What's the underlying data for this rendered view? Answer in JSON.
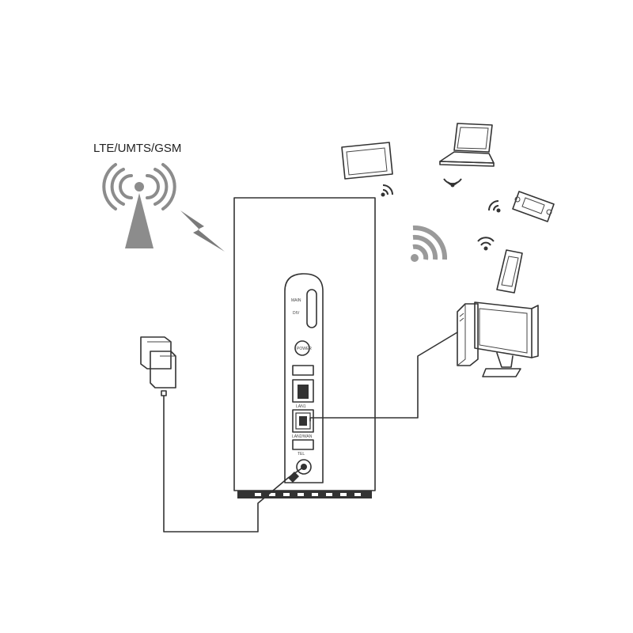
{
  "network_label": "LTE/UMTS/GSM",
  "router_labels": {
    "main": "MAIN",
    "div": "DIV",
    "power": "POWER",
    "lan1": "LAN1",
    "lan_wan": "LAN2/WAN",
    "tel": "TEL"
  },
  "colors": {
    "line": "#333333",
    "wifi_grey": "#9a9a9a",
    "background": "#ffffff"
  }
}
